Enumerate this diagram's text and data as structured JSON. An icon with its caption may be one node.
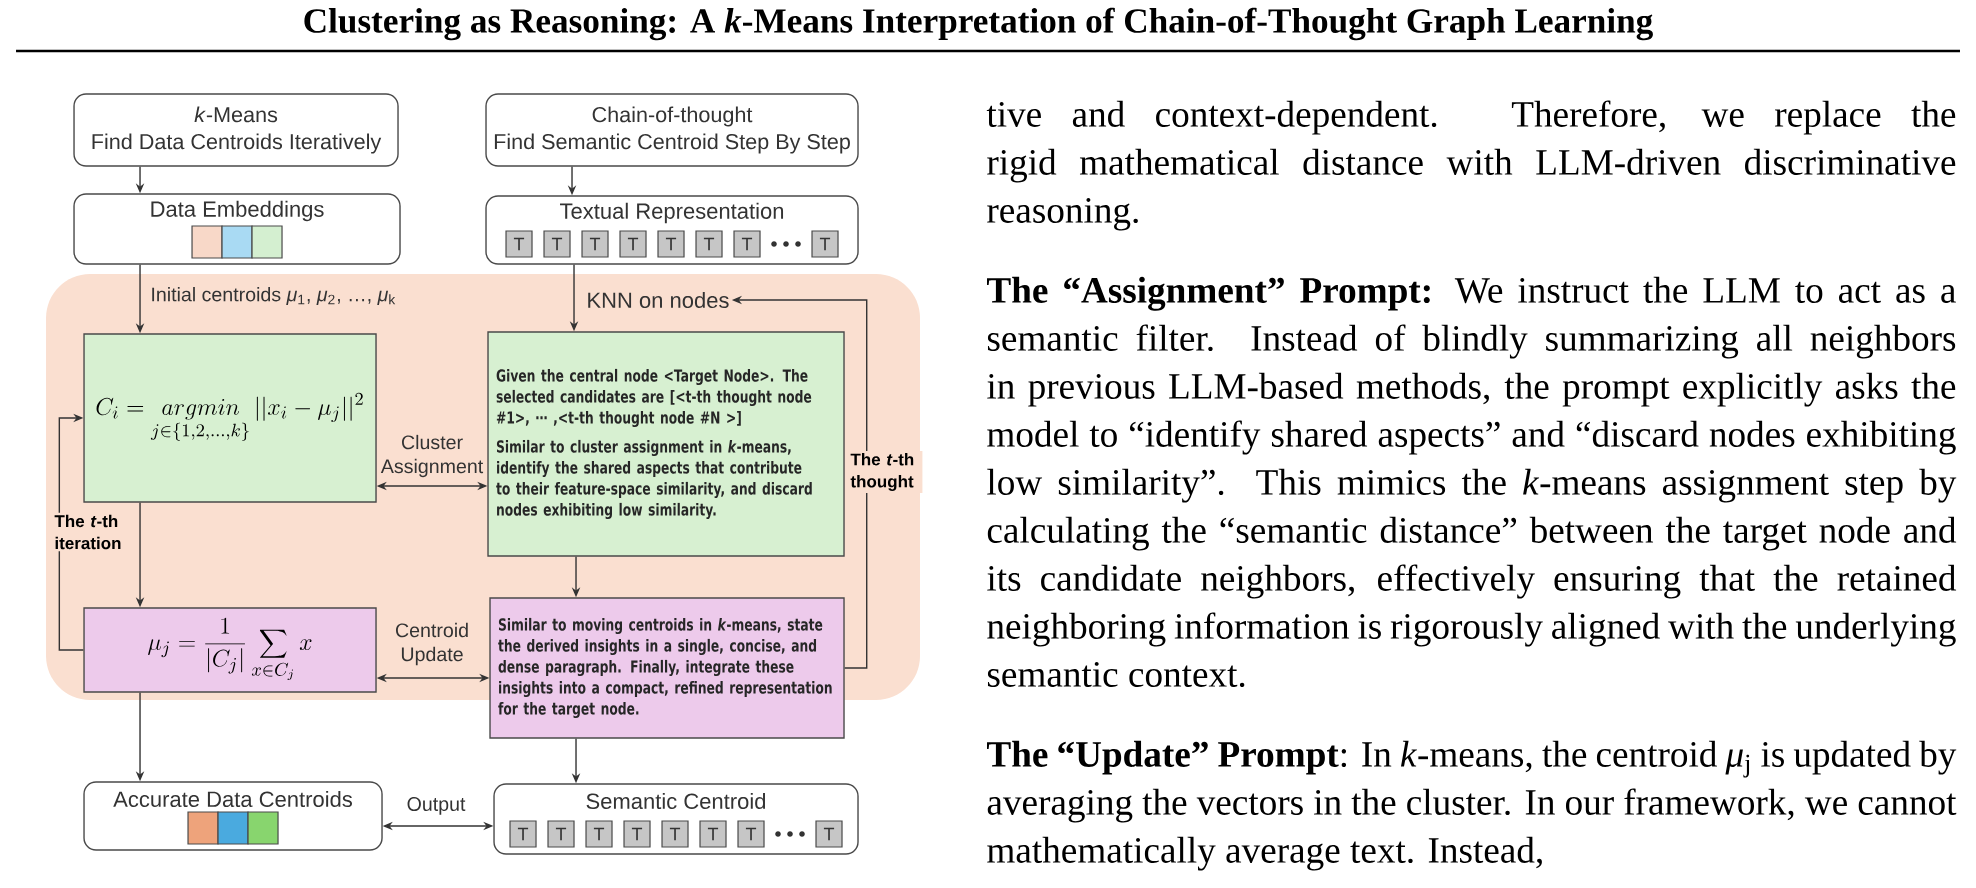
{
  "diagram": {
    "title": "Clustering as Reasoning: A *k*-Means Interpretation of Chain-of-Thought Graph Learning",
    "nodes": [
      {
        "text": [
          "*k*-Means",
          "Find Data Centroids Iteratively"
        ]
      },
      {
        "text": [
          "Chain-of-thought",
          "Find Semantic Centroid Step By Step"
        ]
      },
      {
        "text": [
          "Data Embeddings"
        ]
      },
      {
        "text": [
          "Textual Representation"
        ]
      },
      {
        "text": [
          "T"
        ],
        "in": 3
      },
      {
        "text": [
          "T"
        ],
        "in": 3
      },
      {
        "text": [
          "T"
        ],
        "in": 3
      },
      {
        "text": [
          "T"
        ],
        "in": 3
      },
      {
        "text": [
          "T"
        ],
        "in": 3
      },
      {
        "text": [
          "T"
        ],
        "in": 3
      },
      {
        "text": [
          "T"
        ],
        "in": 3
      },
      {
        "text": [
          "T"
        ],
        "in": 3
      },
      {
        "text": [],
        "shape": "box"
      },
      {
        "text": [
          "KNN on nodes"
        ],
        "in": 12
      },
      {
        "text": [
          "C_i = \\mathop{argmin}\\limits_{j \\in \\{1, 2, \\dots, k\\}} ||x_i - \\mu_j||^2"
        ],
        "in": 12
      },
      {
        "text": [
          "Given the central node <Target Node>. The selected candidates are [<t-th thought node #1>, ⋯ ,<t-th thought node #N >]",
          "Similar to cluster assignment in *k*-means, identify the shared aspects that contribute to their feature-space similarity, and discard nodes exhibiting low similarity."
        ],
        "in": 12
      },
      {
        "text": [
          "\\mu_j = \\frac{1}{|C_j|} \\sum_{x \\in C_j} x"
        ],
        "in": 12
      },
      {
        "text": [
          "Similar to moving centroids in *k*-means, state the derived insights in a single, concise, and dense paragraph. Finally, integrate these insights into a compact, refined representation for the target node."
        ]
      },
      {
        "text": [
          "Accurate Data Centroids"
        ]
      },
      {
        "text": [
          "Semantic Centroid"
        ]
      },
      {
        "text": [
          "T"
        ],
        "in": 19
      },
      {
        "text": [
          "T"
        ],
        "in": 19
      },
      {
        "text": [
          "T"
        ],
        "in": 19
      },
      {
        "text": [
          "T"
        ],
        "in": 19
      },
      {
        "text": [
          "T"
        ],
        "in": 19
      },
      {
        "text": [
          "T"
        ],
        "in": 19
      },
      {
        "text": [
          "T"
        ],
        "in": 19
      },
      {
        "text": [
          "T"
        ],
        "in": 19
      }
    ],
    "edges": [
      {
        "from": 0,
        "to": 2,
        "arrow": "to"
      },
      {
        "from": 1,
        "to": 3,
        "arrow": "to"
      },
      {
        "from": 2,
        "to": 14,
        "arrow": "to",
        "label": "Initial centroids *μ*$_{1}$, *μ*$_{2}$, …, *μ*$_{k}$"
      },
      {
        "from": 3,
        "to": 15,
        "arrow": "to"
      },
      {
        "from": 14,
        "to": 15,
        "arrow": "both",
        "label": "Cluster Assignment"
      },
      {
        "from": 16,
        "to": 14,
        "arrow": "to",
        "label": "The *t*-th iteration"
      },
      {
        "from": 14,
        "to": 16,
        "arrow": "to"
      },
      {
        "from": 15,
        "to": 17,
        "arrow": "to"
      },
      {
        "from": 16,
        "to": 17,
        "arrow": "both",
        "label": "Centroid Update"
      },
      {
        "from": 17,
        "to": 13,
        "arrow": "to",
        "label": "The *t*-th thought"
      },
      {
        "from": 16,
        "to": 18,
        "arrow": "to"
      },
      {
        "from": 17,
        "to": 19,
        "arrow": "to"
      },
      {
        "from": 18,
        "to": 19,
        "arrow": "both",
        "label": "Output"
      }
    ],
    "labels": [
      "tive and context-dependent. Therefore, we replace the rigid mathematical distance with LLM-driven discriminative reasoning.",
      "**The “Assignment” Prompt:** We instruct the LLM to act as a semantic filter. Instead of blindly summarizing all neighbors in previous LLM-based methods, the prompt explicitly asks the model to “identify shared aspects” and “discard nodes exhibiting low similarity”. This mimics the *k*-means assignment step by calculating the “semantic distance” between the target node and its candidate neighbors, effectively ensuring that the retained neighboring information is rigorously aligned with the underlying semantic context.",
      "**The “Update” Prompt**: In *k*-means, the centroid *μ*$_{j}$ is updated by averaging the vectors in the cluster. In our framework, we cannot mathematically average text. Instead,"
    ]
  }
}
